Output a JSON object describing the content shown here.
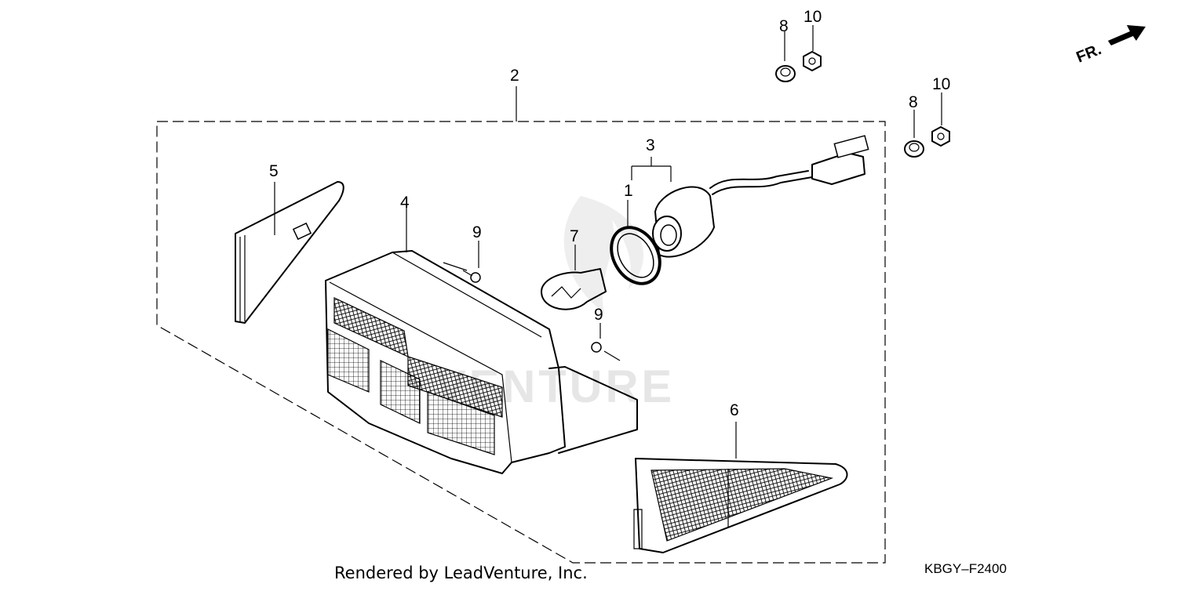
{
  "diagram": {
    "callouts": {
      "c1": "1",
      "c2": "2",
      "c3": "3",
      "c4": "4",
      "c5": "5",
      "c6": "6",
      "c7": "7",
      "c8a": "8",
      "c8b": "8",
      "c9a": "9",
      "c9b": "9",
      "c10a": "10",
      "c10b": "10"
    },
    "direction_label": "FR.",
    "watermark": "VENTURE",
    "footer_credit": "Rendered by LeadVenture, Inc.",
    "diagram_code": "KBGY–F2400"
  }
}
